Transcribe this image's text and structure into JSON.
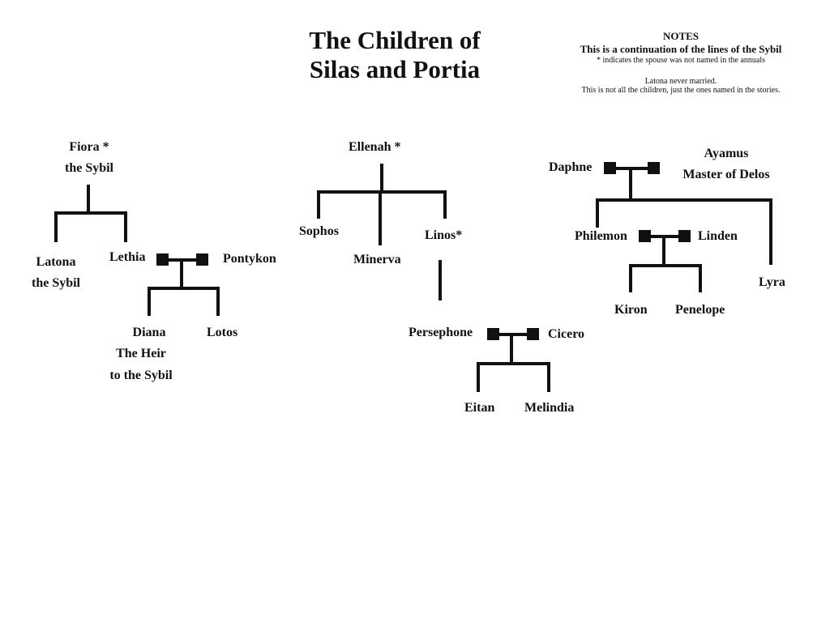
{
  "title": {
    "line1": "The Children of",
    "line2": "Silas and Portia"
  },
  "notes": {
    "heading": "NOTES",
    "line1": "This is a continuation of the lines of the Sybil",
    "line2": "* indicates the spouse was not named in the annuals",
    "line3": "Latona never married.",
    "line4": "This is not all the children, just the ones named in the stories."
  },
  "people": {
    "fiora": {
      "line1": "Fiora *",
      "line2": "the Sybil"
    },
    "latona": {
      "line1": "Latona",
      "line2": "the Sybil"
    },
    "lethia": "Lethia",
    "pontykon": "Pontykon",
    "diana": {
      "line1": "Diana",
      "line2": "The Heir",
      "line3": "to the Sybil"
    },
    "lotos": "Lotos",
    "ellenah": "Ellenah *",
    "sophos": "Sophos",
    "minerva": "Minerva",
    "linos": "Linos*",
    "persephone": "Persephone",
    "cicero": "Cicero",
    "eitan": "Eitan",
    "melindia": "Melindia",
    "daphne": "Daphne",
    "ayamus": {
      "line1": "Ayamus",
      "line2": "Master of Delos"
    },
    "philemon": "Philemon",
    "linden": "Linden",
    "lyra": "Lyra",
    "kiron": "Kiron",
    "penelope": "Penelope"
  },
  "colors": {
    "ink": "#111111",
    "background": "#ffffff"
  }
}
